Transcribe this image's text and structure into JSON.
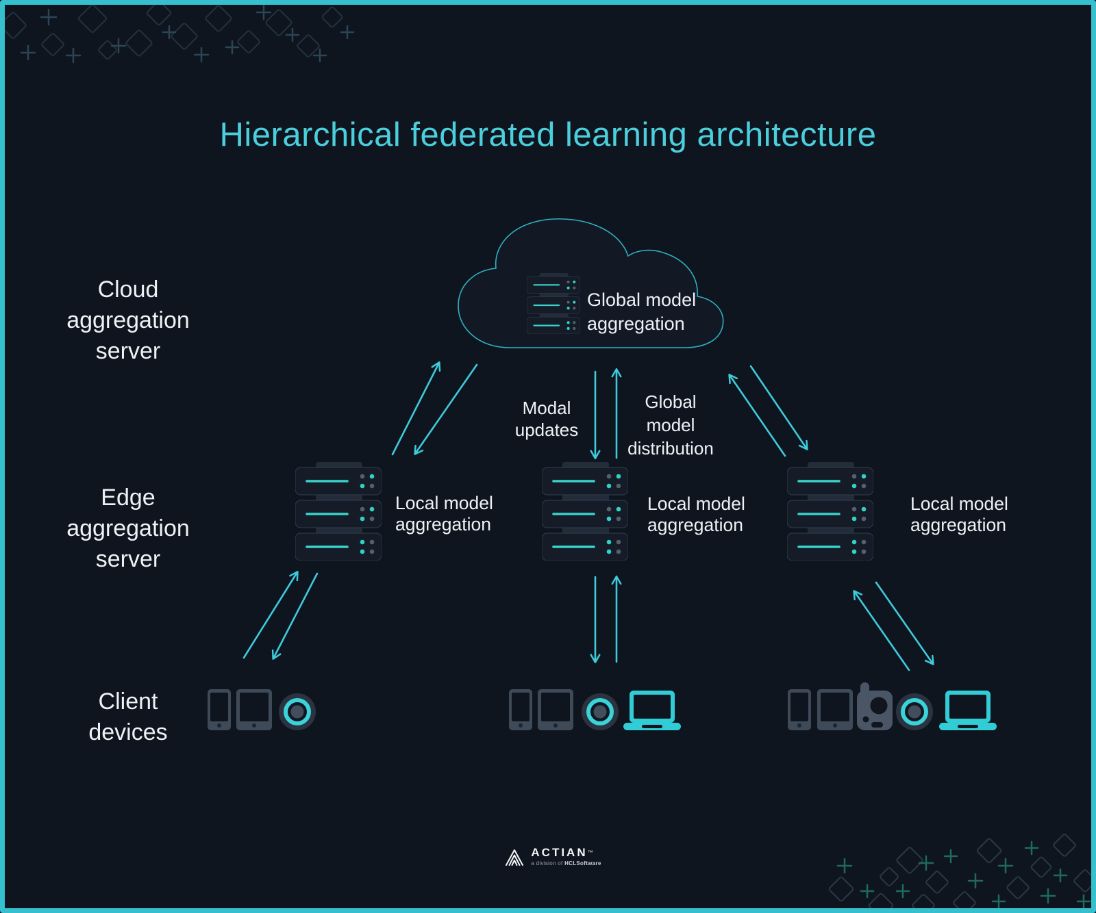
{
  "title": "Hierarchical federated learning architecture",
  "tiers": {
    "cloud": {
      "lines": [
        "Cloud",
        "aggregation",
        "server"
      ]
    },
    "edge": {
      "lines": [
        "Edge",
        "aggregation",
        "server"
      ]
    },
    "client": {
      "lines": [
        "Client",
        "devices"
      ]
    }
  },
  "cloud_node": {
    "lines": [
      "Global model",
      "aggregation"
    ]
  },
  "edge_nodes": [
    {
      "lines": [
        "Local model",
        "aggregation"
      ]
    },
    {
      "lines": [
        "Local model",
        "aggregation"
      ]
    },
    {
      "lines": [
        "Local model",
        "aggregation"
      ]
    }
  ],
  "flows": {
    "model_updates": {
      "lines": [
        "Modal",
        "updates"
      ]
    },
    "global_model_distribution": {
      "lines": [
        "Global",
        "model",
        "distribution"
      ]
    }
  },
  "logo": {
    "brand": "ACTIAN",
    "trademark": "™",
    "tagline_prefix": "a division of ",
    "tagline_brand": "HCLSoftware"
  },
  "icons": {
    "cloud": "cloud-outline-icon",
    "server_stack": "server-stack-icon",
    "smartphone": "smartphone-icon",
    "tablet": "tablet-icon",
    "smart_speaker": "smart-speaker-icon",
    "laptop": "laptop-icon",
    "iot_monitor": "iot-monitor-icon",
    "up_down_arrows": "bidirectional-arrows-icon",
    "brand_logo": "actian-mountain-logo-icon"
  },
  "colors": {
    "background": "#0f151e",
    "border_teal": "#36bfcc",
    "title_teal": "#4ccfdd",
    "arrow_teal": "#3ecbdb",
    "server_line_teal": "#3ad2cc",
    "device_teal": "#32ccd6",
    "device_gray": "#3f4a59",
    "text_white": "#eef2f6"
  }
}
